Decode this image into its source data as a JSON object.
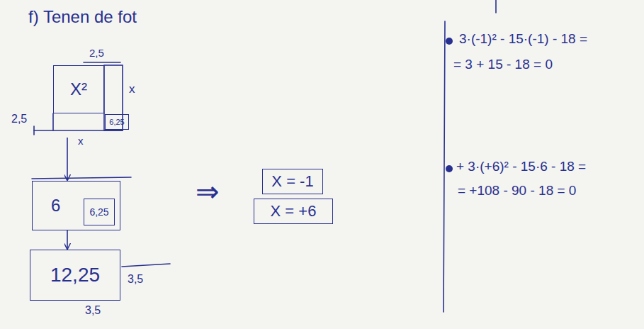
{
  "diagram": {
    "title": "f) Tenen de fot",
    "nodes": [
      {
        "text": [
          "X²"
        ]
      },
      {
        "text": [
          "6,25"
        ]
      },
      {
        "text": [
          "6"
        ]
      },
      {
        "text": [
          "6,25"
        ],
        "in": 2
      },
      {
        "text": [
          "12,25"
        ]
      },
      {
        "text": [
          "X = -1"
        ]
      },
      {
        "text": [
          "X = +6"
        ]
      }
    ],
    "edges": [
      {
        "from": 0,
        "to": 2,
        "arrow": "to"
      },
      {
        "from": 2,
        "to": 4,
        "arrow": "to"
      }
    ],
    "labels": [
      "2,5",
      "x",
      "2,5",
      "x",
      "3,5",
      "3,5",
      "⇒",
      "3·(-1)² - 15·(-1) - 18 =",
      "= 3 + 15 - 18 = 0",
      "+ 3·(+6)² - 15·6 - 18 =",
      "= +108 - 90 - 18 = 0"
    ]
  }
}
